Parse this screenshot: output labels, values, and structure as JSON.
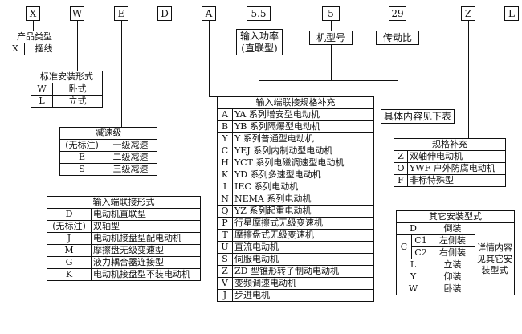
{
  "codes": [
    "X",
    "W",
    "E",
    "D",
    "A",
    "5.5",
    "5",
    "29",
    "Z",
    "L"
  ],
  "labels": {
    "power": "输入功率\n(直联型)",
    "frame": "机型号",
    "ratio": "传动比",
    "detail": "具体内容见下表"
  },
  "product_type": {
    "title": "产品类型",
    "rows": [
      [
        "X",
        "摆线"
      ]
    ]
  },
  "mount_std": {
    "title": "标准安装形式",
    "rows": [
      [
        "W",
        "卧式"
      ],
      [
        "L",
        "立式"
      ]
    ]
  },
  "reduction": {
    "title": "减速级",
    "rows": [
      [
        "(无标注)",
        "一级减速"
      ],
      [
        "E",
        "二级减速"
      ],
      [
        "S",
        "三级减速"
      ]
    ]
  },
  "input_conn": {
    "title": "输入端联接形式",
    "rows": [
      [
        "D",
        "电动机直联型"
      ],
      [
        "(无标注)",
        "双轴型"
      ],
      [
        "J",
        "电动机接盘型配电动机"
      ],
      [
        "M",
        "摩擦盘无级变速型"
      ],
      [
        "G",
        "液力耦合器连接型"
      ],
      [
        "K",
        "电动机接盘型不装电动机"
      ]
    ]
  },
  "input_spec": {
    "title": "输入端联接规格补充",
    "rows": [
      [
        "A",
        "YA 系列增安型电动机"
      ],
      [
        "B",
        "YB 系列隔爆型电动机"
      ],
      [
        "Y",
        "Y 系列普通型电动机"
      ],
      [
        "C",
        "YEJ 系列内制动型电动机"
      ],
      [
        "H",
        "YCT 系列电磁调速型电动机"
      ],
      [
        "K",
        "YD 系列多速型电动机"
      ],
      [
        "I",
        "IEC 系列电动机"
      ],
      [
        "N",
        "NEMA 系列电动机"
      ],
      [
        "Q",
        "YZ 系列起重电动机"
      ],
      [
        "P",
        "行星摩擦式无级变速机"
      ],
      [
        "T",
        "摩擦盘式无级变速机"
      ],
      [
        "U",
        "直流电动机"
      ],
      [
        "S",
        "伺服电动机"
      ],
      [
        "Z",
        "ZD 型锥形转子制动电动机"
      ],
      [
        "V",
        "变频调速电动机"
      ],
      [
        "J",
        "步进电机"
      ]
    ]
  },
  "spec_extra": {
    "title": "规格补充",
    "rows": [
      [
        "Z",
        "双轴伸电动机"
      ],
      [
        "O",
        "YWF 户外防腐电动机"
      ],
      [
        "F",
        "非标特殊型"
      ]
    ]
  },
  "other_mount": {
    "title": "其它安装型式",
    "rows": [
      [
        "D",
        "",
        "倒装"
      ],
      [
        "C",
        "C1",
        "左侧装"
      ],
      [
        "",
        "C2",
        "右侧装"
      ],
      [
        "L",
        "",
        "立装"
      ],
      [
        "Y",
        "",
        "仰装"
      ],
      [
        "W",
        "",
        "卧装"
      ]
    ],
    "note": "详情内容见其它安装型式"
  }
}
